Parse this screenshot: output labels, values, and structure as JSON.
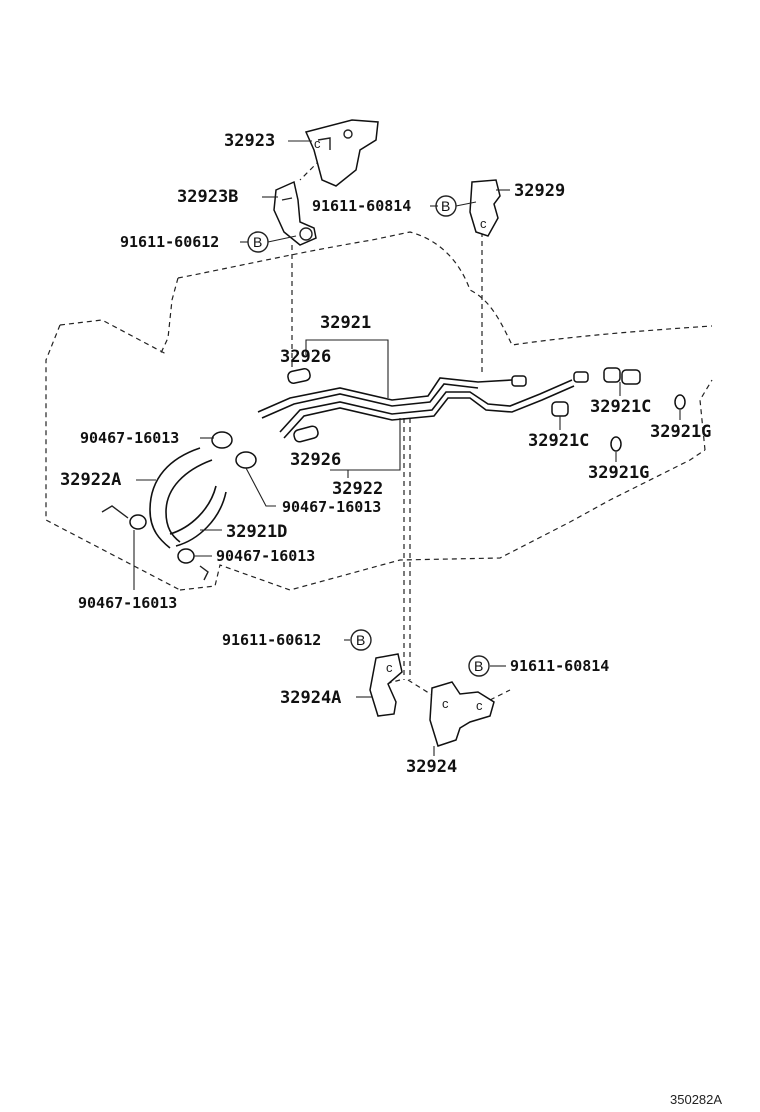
{
  "labels": {
    "p32923": "32923",
    "p32923B": "32923B",
    "b91611_60612_top": "91611-60612",
    "b91611_60814_top": "91611-60814",
    "p32929": "32929",
    "p32921": "32921",
    "p32926_top": "32926",
    "p32926_bottom": "32926",
    "p32922": "32922",
    "p32921C_right": "32921C",
    "p32921C_left": "32921C",
    "p32921G_right": "32921G",
    "p32921G_left": "32921G",
    "c90467_top": "90467-16013",
    "p32922A": "32922A",
    "c90467_mid": "90467-16013",
    "p32921D": "32921D",
    "c90467_low": "90467-16013",
    "c90467_bottom": "90467-16013",
    "b91611_60612_low": "91611-60612",
    "b91611_60814_low": "91611-60814",
    "p32924A": "32924A",
    "p32924": "32924",
    "figure_code": "350282A"
  },
  "callout_letter": "B",
  "colors": {
    "line": "#222222",
    "background": "#ffffff"
  }
}
